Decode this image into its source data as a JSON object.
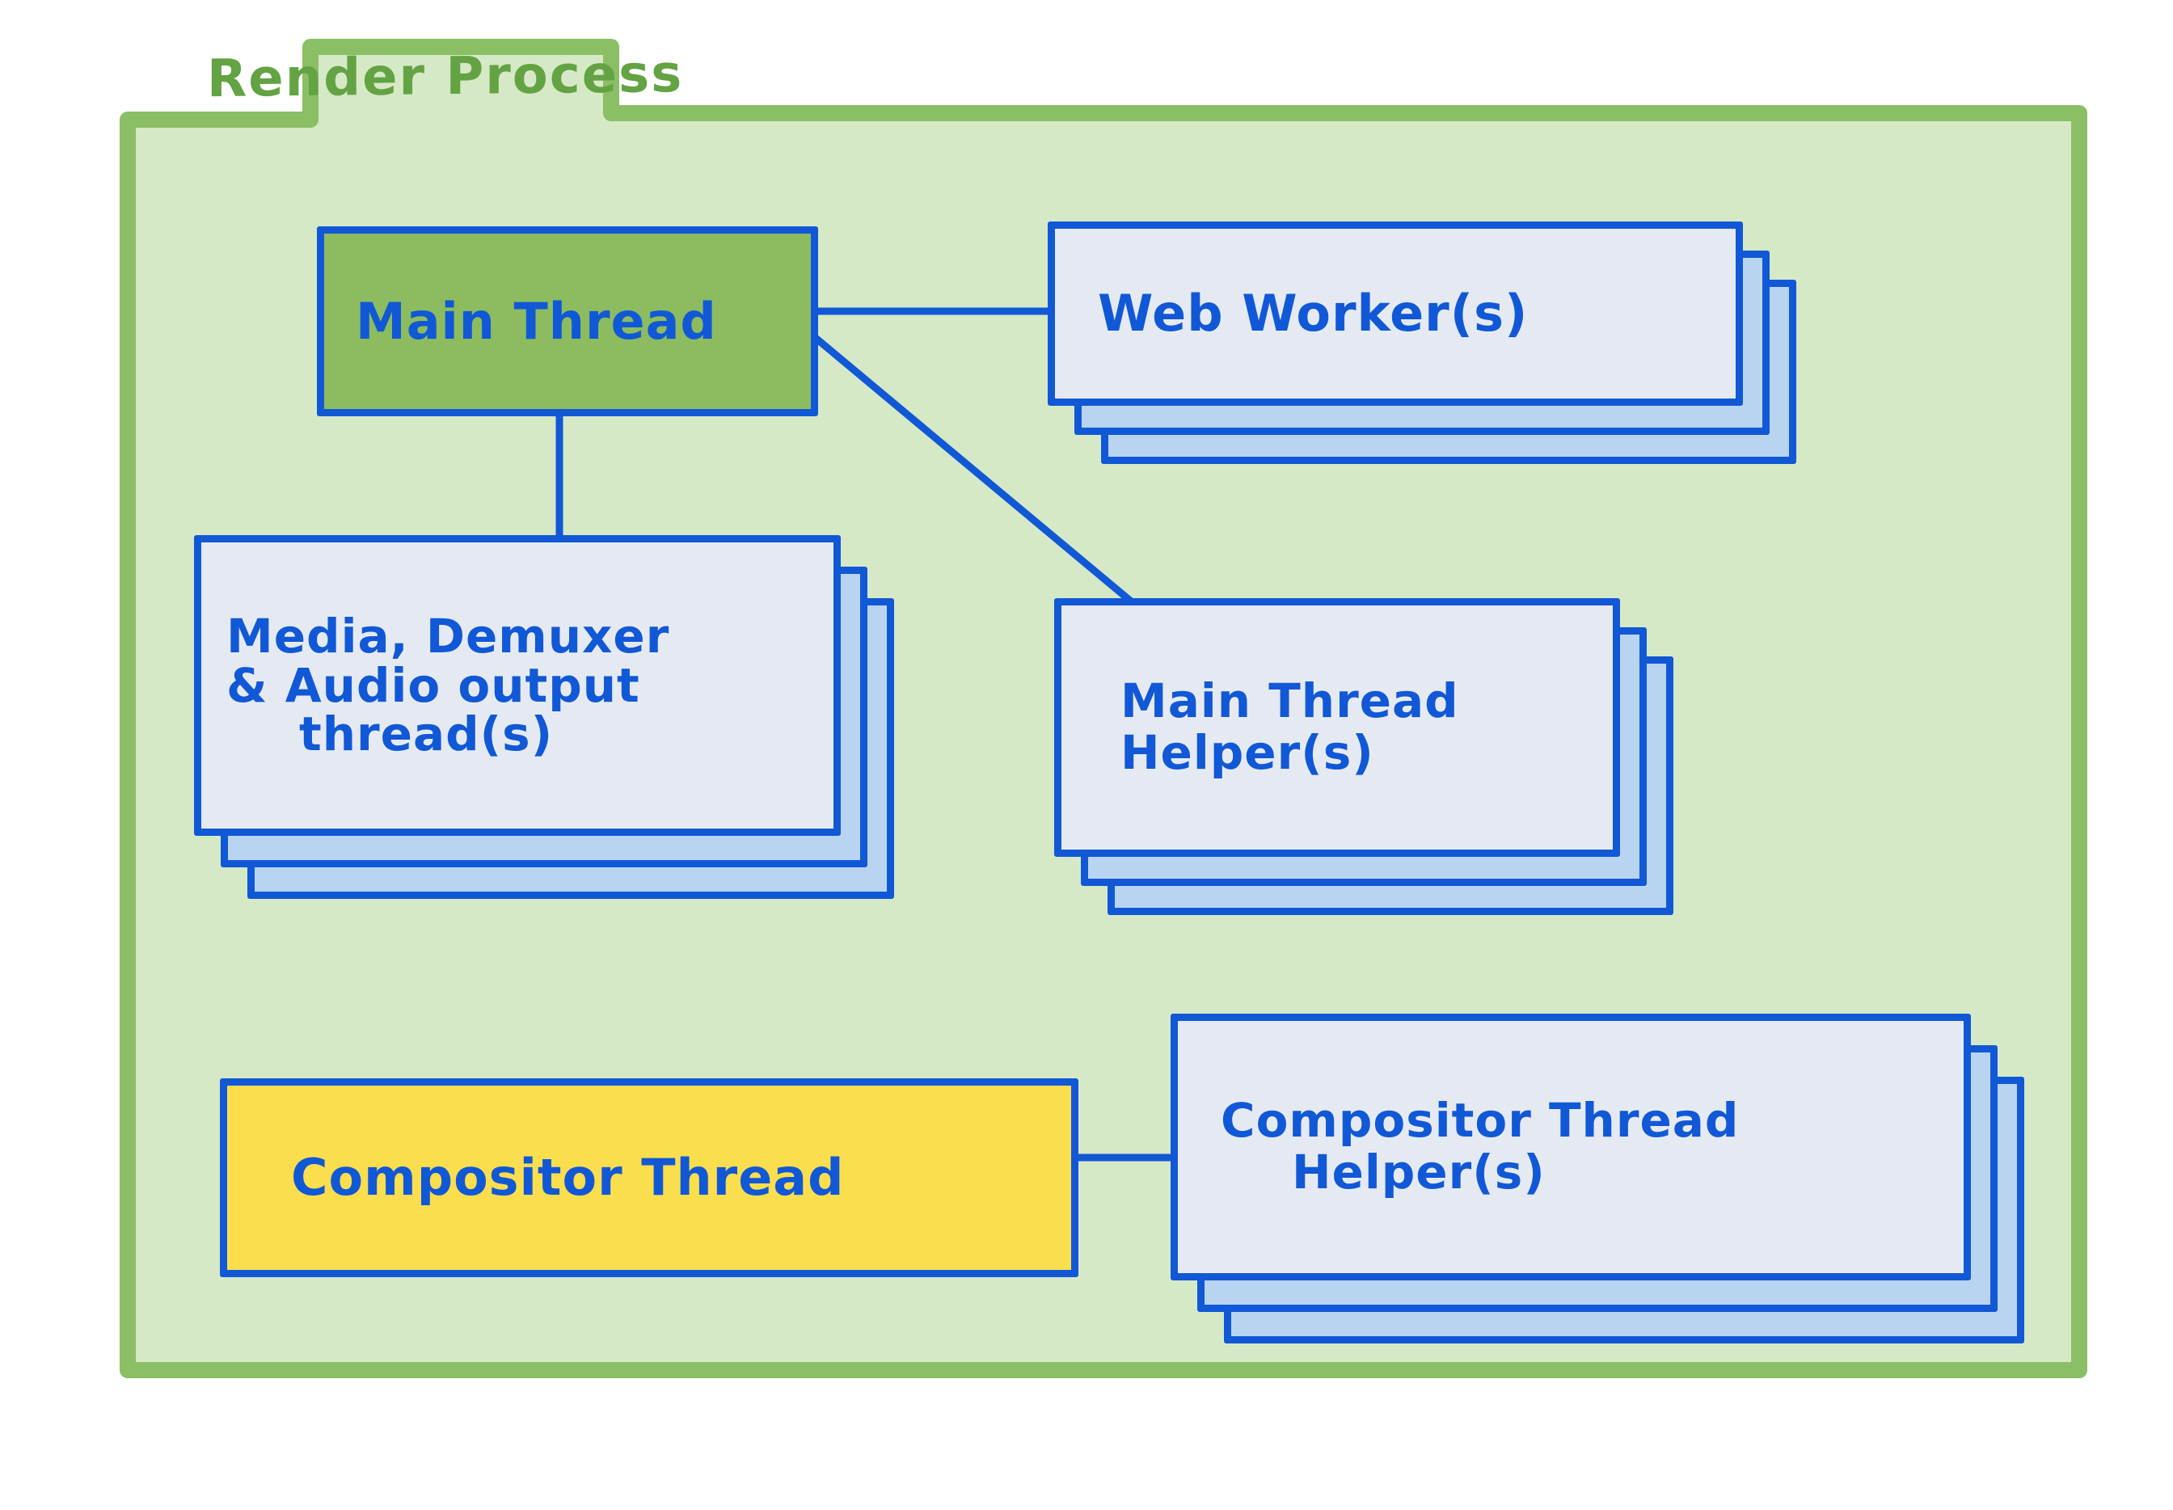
{
  "diagram": {
    "title": "Render Process",
    "type": "block-diagram",
    "colors": {
      "panel_fill": "#D6E9C6",
      "panel_border": "#8BBF65",
      "title_text": "#63A343",
      "node_border": "#1158D6",
      "node_text": "#1158D6",
      "card_front_fill": "#E5EAF2",
      "card_stack_fill": "#B9D4F0",
      "main_thread_fill": "#8CBC5F",
      "compositor_thread_fill": "#FBDE4E"
    },
    "nodes": [
      {
        "id": "main-thread",
        "label": "Main Thread",
        "lines": [
          "Main Thread"
        ],
        "fill": "#8CBC5F",
        "stacked": false,
        "stack_count": 1
      },
      {
        "id": "web-workers",
        "label": "Web Worker(s)",
        "lines": [
          "Web Worker(s)"
        ],
        "fill": "#E5EAF2",
        "stacked": true,
        "stack_count": 3
      },
      {
        "id": "media-demuxer-audio",
        "label": "Media, Demuxer & Audio output thread(s)",
        "lines": [
          "Media, Demuxer",
          "& Audio output",
          "thread(s)"
        ],
        "fill": "#E5EAF2",
        "stacked": true,
        "stack_count": 3
      },
      {
        "id": "main-thread-helpers",
        "label": "Main Thread Helper(s)",
        "lines": [
          "Main Thread",
          "Helper(s)"
        ],
        "fill": "#E5EAF2",
        "stacked": true,
        "stack_count": 3
      },
      {
        "id": "compositor-thread",
        "label": "Compositor Thread",
        "lines": [
          "Compositor Thread"
        ],
        "fill": "#FBDE4E",
        "stacked": false,
        "stack_count": 1
      },
      {
        "id": "compositor-thread-helpers",
        "label": "Compositor Thread Helper(s)",
        "lines": [
          "Compositor Thread",
          "Helper(s)"
        ],
        "fill": "#E5EAF2",
        "stacked": true,
        "stack_count": 3
      }
    ],
    "edges": [
      {
        "from": "main-thread",
        "to": "web-workers",
        "style": "horizontal"
      },
      {
        "from": "main-thread",
        "to": "main-thread-helpers",
        "style": "diagonal"
      },
      {
        "from": "main-thread",
        "to": "media-demuxer-audio",
        "style": "vertical"
      },
      {
        "from": "compositor-thread",
        "to": "compositor-thread-helpers",
        "style": "horizontal"
      }
    ]
  }
}
